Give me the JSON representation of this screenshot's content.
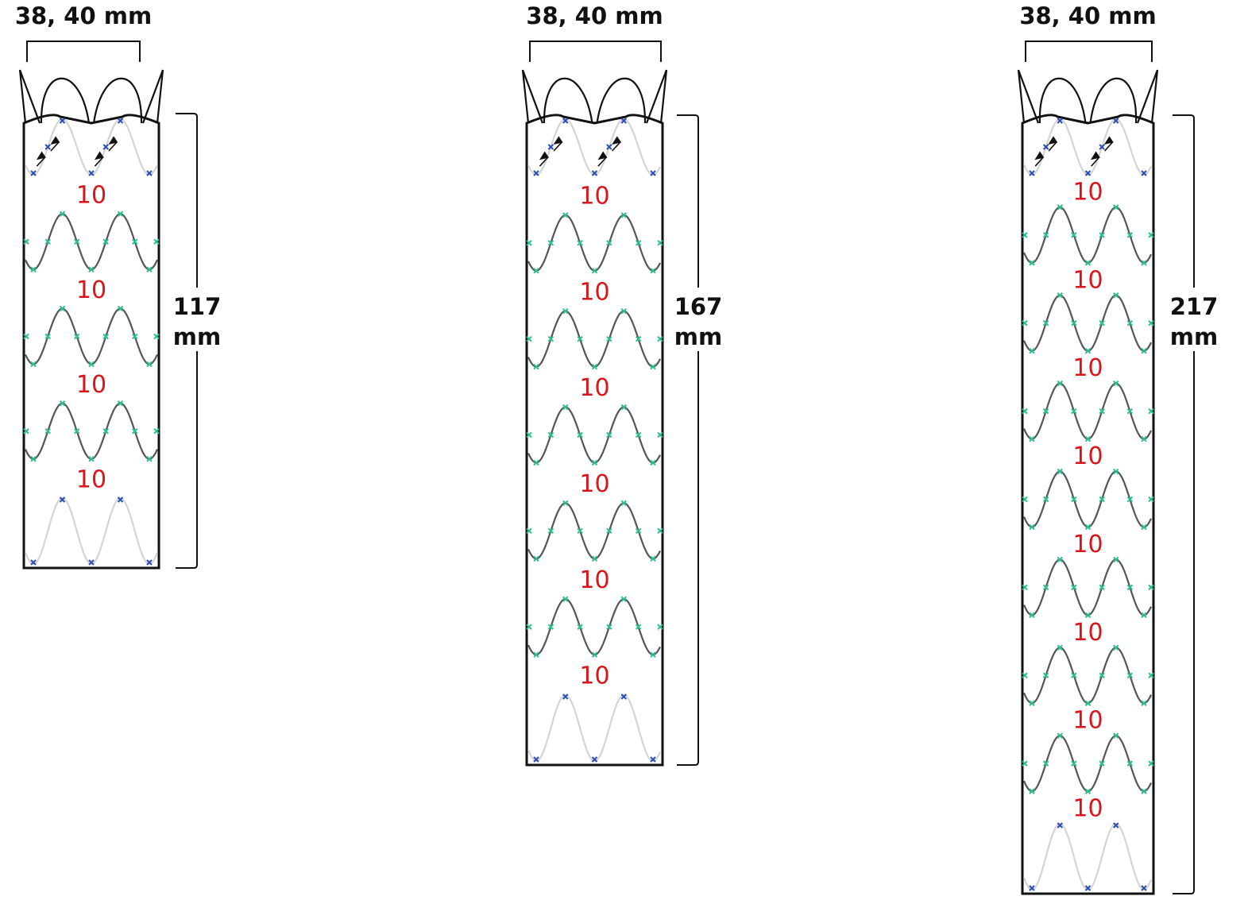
{
  "colors": {
    "outline": "#111111",
    "gap_label": "#d9141b",
    "ring_sutured": "#555555",
    "ring_light": "#d4d4d4",
    "marker_green": "#2fbf8a",
    "marker_blue": "#2a4fb0"
  },
  "stents": [
    {
      "width_label": "38, 40 mm",
      "length_value": "117",
      "length_unit": "mm",
      "gap_labels": [
        "10",
        "10",
        "10",
        "10"
      ]
    },
    {
      "width_label": "38, 40 mm",
      "length_value": "167",
      "length_unit": "mm",
      "gap_labels": [
        "10",
        "10",
        "10",
        "10",
        "10",
        "10"
      ]
    },
    {
      "width_label": "38, 40 mm",
      "length_value": "217",
      "length_unit": "mm",
      "gap_labels": [
        "10",
        "10",
        "10",
        "10",
        "10",
        "10",
        "10",
        "10"
      ]
    }
  ]
}
